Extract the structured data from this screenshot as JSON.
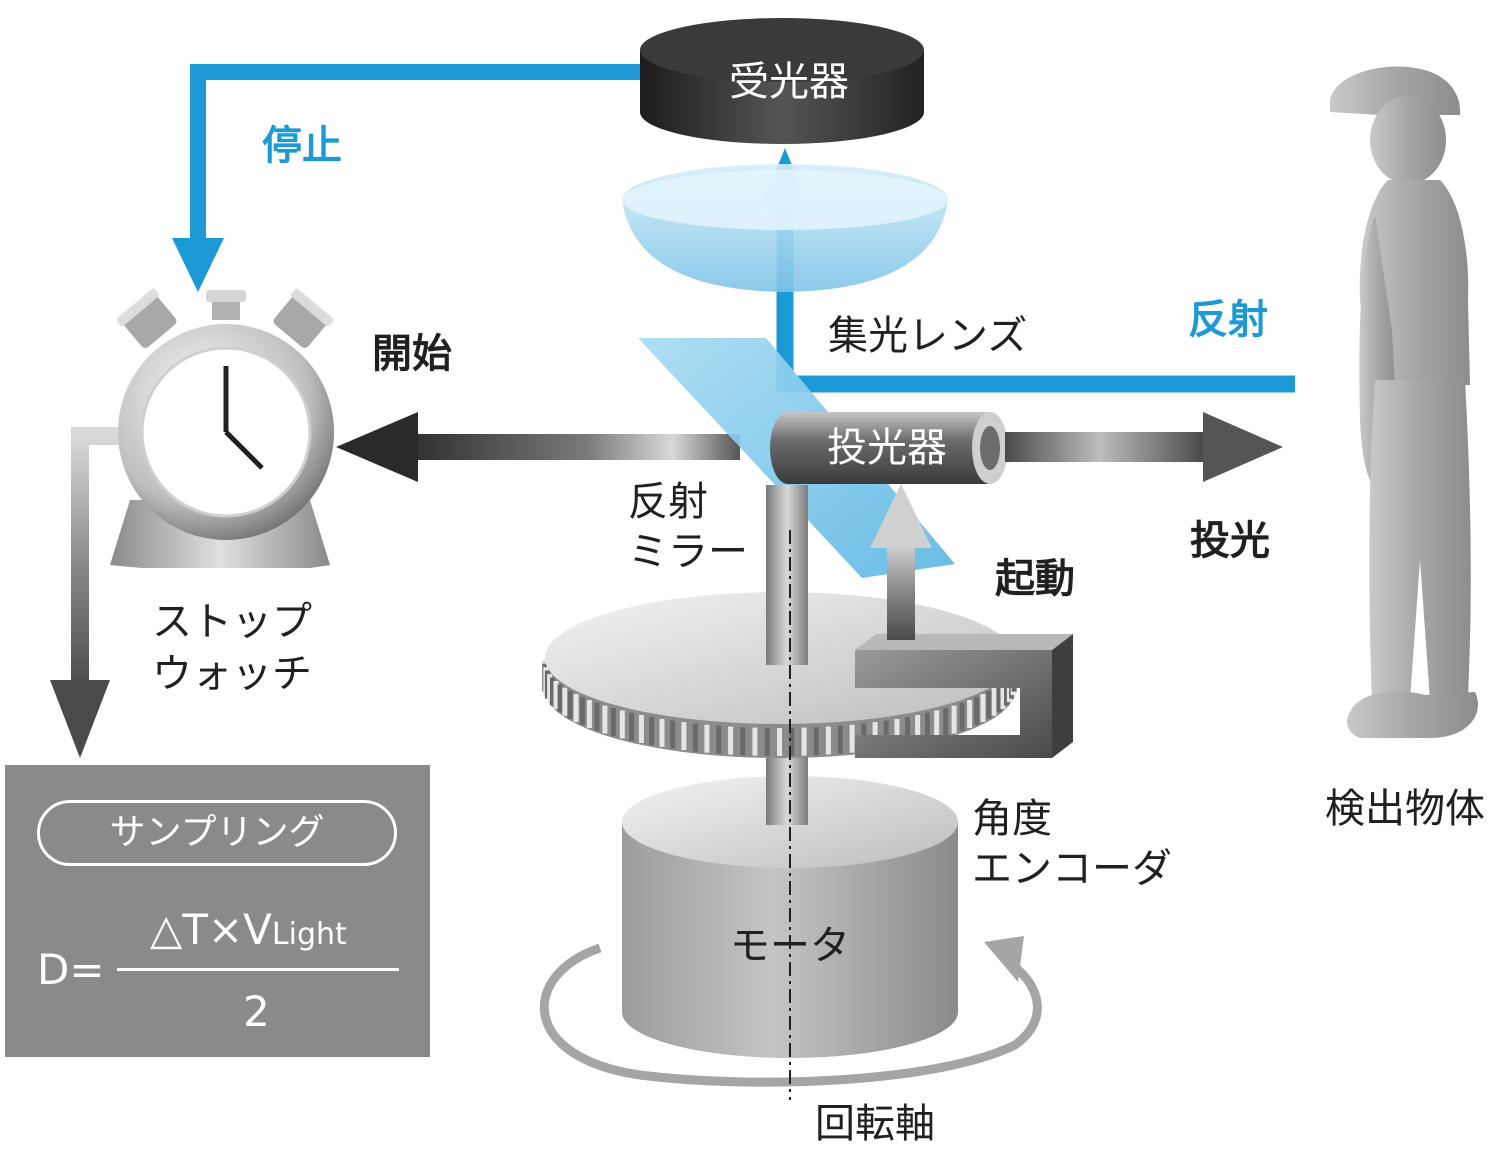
{
  "labels": {
    "receiver": "受光器",
    "stop": "停止",
    "start": "開始",
    "condensing_lens": "集光レンズ",
    "reflection": "反射",
    "projector": "投光器",
    "projection": "投光",
    "mirror_line1": "反射",
    "mirror_line2": "ミラー",
    "trigger": "起動",
    "stopwatch_line1": "ストップ",
    "stopwatch_line2": "ウォッチ",
    "encoder_line1": "角度",
    "encoder_line2": "エンコーダ",
    "motor": "モータ",
    "rotation_axis": "回転軸",
    "target_object": "検出物体"
  },
  "formula": {
    "sampling": "サンプリング",
    "lhs": "D=",
    "numerator_main": "△T×V",
    "numerator_sub": "Light",
    "denominator": "2"
  },
  "colors": {
    "light_blue": "#1b9ad6",
    "dark_text": "#231f20",
    "box_gray": "#8a8a8a"
  }
}
